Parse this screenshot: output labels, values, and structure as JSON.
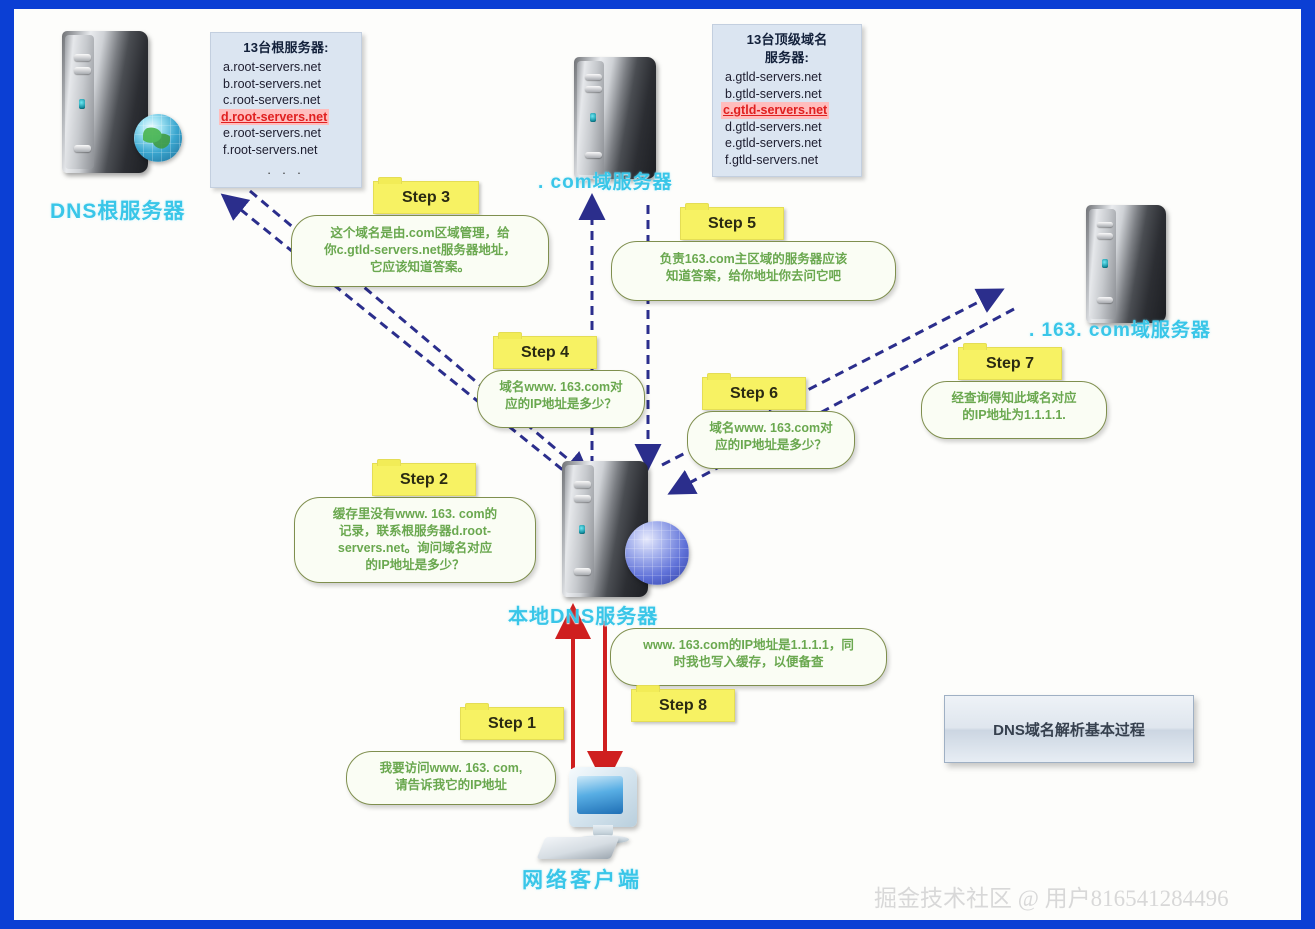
{
  "diagram": {
    "title_box": "DNS域名解析基本过程",
    "watermark": "掘金技术社区 @ 用户816541284496",
    "accent_label_color": "#39c6e8",
    "highlight_color": "#e02020",
    "bubble_text_color": "#6aa84f",
    "step_tab_color": "#f7f263",
    "frame_color": "#0b3fd4"
  },
  "nodes": {
    "root_server": {
      "label": "DNS根服务器",
      "icon": "server-tower-icon"
    },
    "com_server": {
      "label": ". com域服务器",
      "icon": "server-tower-icon"
    },
    "ns163_server": {
      "label": ". 163. com域服务器",
      "icon": "server-tower-icon"
    },
    "local_dns": {
      "label": "本地DNS服务器",
      "icon": "server-tower-icon"
    },
    "client": {
      "label": "网络客户端",
      "icon": "desktop-computer-icon"
    }
  },
  "root_list": {
    "title": "13台根服务器:",
    "items": [
      "a.root-servers.net",
      "b.root-servers.net",
      "c.root-servers.net",
      "d.root-servers.net",
      "e.root-servers.net",
      "f.root-servers.net"
    ],
    "highlight_index": 3,
    "ellipsis": ". . ."
  },
  "gtld_list": {
    "title_line1": "13台顶级域名",
    "title_line2": "服务器:",
    "items": [
      "a.gtld-servers.net",
      "b.gtld-servers.net",
      "c.gtld-servers.net",
      "d.gtld-servers.net",
      "e.gtld-servers.net",
      "f.gtld-servers.net"
    ],
    "highlight_index": 2
  },
  "steps": [
    {
      "tab": "Step 1",
      "text": "我要访问www. 163. com,\n请告诉我它的IP地址"
    },
    {
      "tab": "Step 2",
      "text": "缓存里没有www. 163. com的\n记录，联系根服务器d.root-\nservers.net。询问域名对应\n的IP地址是多少？"
    },
    {
      "tab": "Step 3",
      "text": "这个域名是由.com区域管理，给\n你c.gtld-servers.net服务器地址，\n它应该知道答案。"
    },
    {
      "tab": "Step 4",
      "text": "域名www. 163.com对\n应的IP地址是多少？"
    },
    {
      "tab": "Step 5",
      "text": "负责163.com主区域的服务器应该\n知道答案，给你地址你去问它吧"
    },
    {
      "tab": "Step 6",
      "text": "域名www. 163.com对\n应的IP地址是多少？"
    },
    {
      "tab": "Step 7",
      "text": "经查询得知此域名对应\n的IP地址为1.1.1.1."
    },
    {
      "tab": "Step 8",
      "text": "www. 163.com的IP地址是1.1.1.1，同\n时我也写入缓存，以便备查"
    }
  ]
}
